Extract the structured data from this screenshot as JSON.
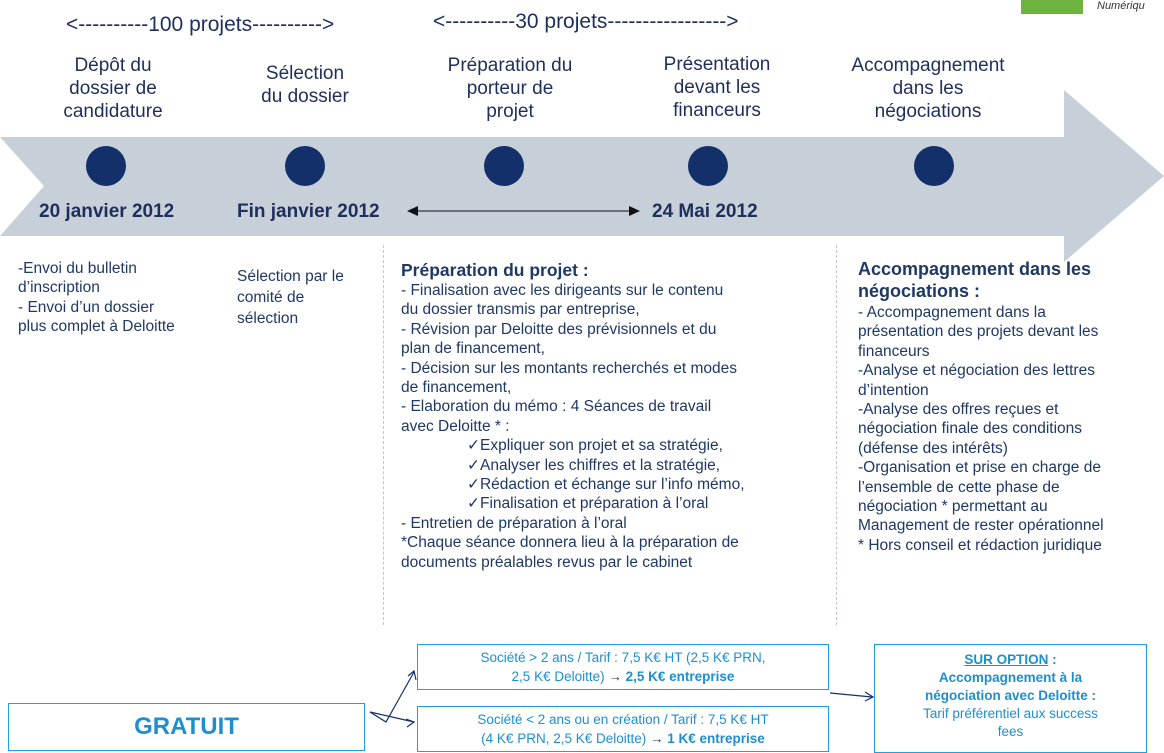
{
  "counters": {
    "left": "<----------100 projets---------->",
    "right": "<----------30 projets----------------->"
  },
  "logo": {
    "text": "Numériqu"
  },
  "stages": [
    "Dépôt du\ndossier de\ncandidature",
    "Sélection\ndu dossier",
    "Préparation du\nporteur de\nprojet",
    "Présentation\ndevant les\nfinanceurs",
    "Accompagnement\ndans les\nnégociations"
  ],
  "dates": {
    "d1": "20 janvier 2012",
    "d2": "Fin janvier 2012",
    "d3": "24 Mai 2012"
  },
  "col1": {
    "lines": [
      "-Envoi du bulletin",
      "d’inscription",
      "- Envoi d’un dossier",
      "plus complet à Deloitte"
    ]
  },
  "col2": {
    "lines": [
      "Sélection par le",
      "comité de",
      "sélection"
    ]
  },
  "col3": {
    "heading": "Préparation du projet :",
    "lines": [
      "- Finalisation avec les dirigeants sur le contenu",
      "du dossier transmis par entreprise,",
      "- Révision par Deloitte des prévisionnels et du",
      "plan de financement,",
      "- Décision sur les montants recherchés et modes",
      "de financement,",
      "- Elaboration du mémo : 4 Séances de travail",
      "avec Deloitte * :"
    ],
    "checks": [
      "✓Expliquer son projet et sa stratégie,",
      "✓Analyser les chiffres et la stratégie,",
      "✓Rédaction et échange sur l’info mémo,",
      "✓Finalisation et préparation à l’oral"
    ],
    "tail": [
      "- Entretien de préparation à l’oral",
      "*Chaque séance donnera lieu à la préparation de",
      "documents préalables revus par le cabinet"
    ]
  },
  "col4": {
    "heading1": "Accompagnement dans les",
    "heading2": "négociations :",
    "lines": [
      "- Accompagnement dans la",
      "présentation des projets devant les",
      "financeurs",
      "-Analyse et négociation des lettres",
      "d’intention",
      "-Analyse des offres reçues et",
      "négociation  finale des conditions",
      "(défense des intérêts)",
      "-Organisation et prise en charge de",
      "l’ensemble de cette phase de",
      "négociation * permettant au",
      "Management de rester opérationnel",
      "* Hors conseil et rédaction juridique"
    ]
  },
  "boxes": {
    "gratuit": "GRATUIT",
    "tarif1_a": "Société > 2 ans / Tarif : 7,5 K€ HT (2,5 K€ PRN,",
    "tarif1_b": "2,5 K€ Deloitte)",
    "tarif1_arrow": " → ",
    "tarif1_c": "2,5 K€ entreprise",
    "tarif2_a": "Société < 2 ans ou en création / Tarif : 7,5 K€ HT",
    "tarif2_b": "(4 K€ PRN, 2,5 K€ Deloitte)",
    "tarif2_arrow": " → ",
    "tarif2_c": "1 K€ entreprise",
    "option_title": "SUR OPTION",
    "option_colon": " :",
    "option_l1": "Accompagnement à la",
    "option_l2": "négociation avec Deloitte :",
    "option_l3": "Tarif préférentiel aux success",
    "option_l4": "fees"
  },
  "colors": {
    "arrow": "#c7cfd9",
    "dot": "#13306b",
    "box_border": "#1ea1dc",
    "text": "#1f3864"
  }
}
